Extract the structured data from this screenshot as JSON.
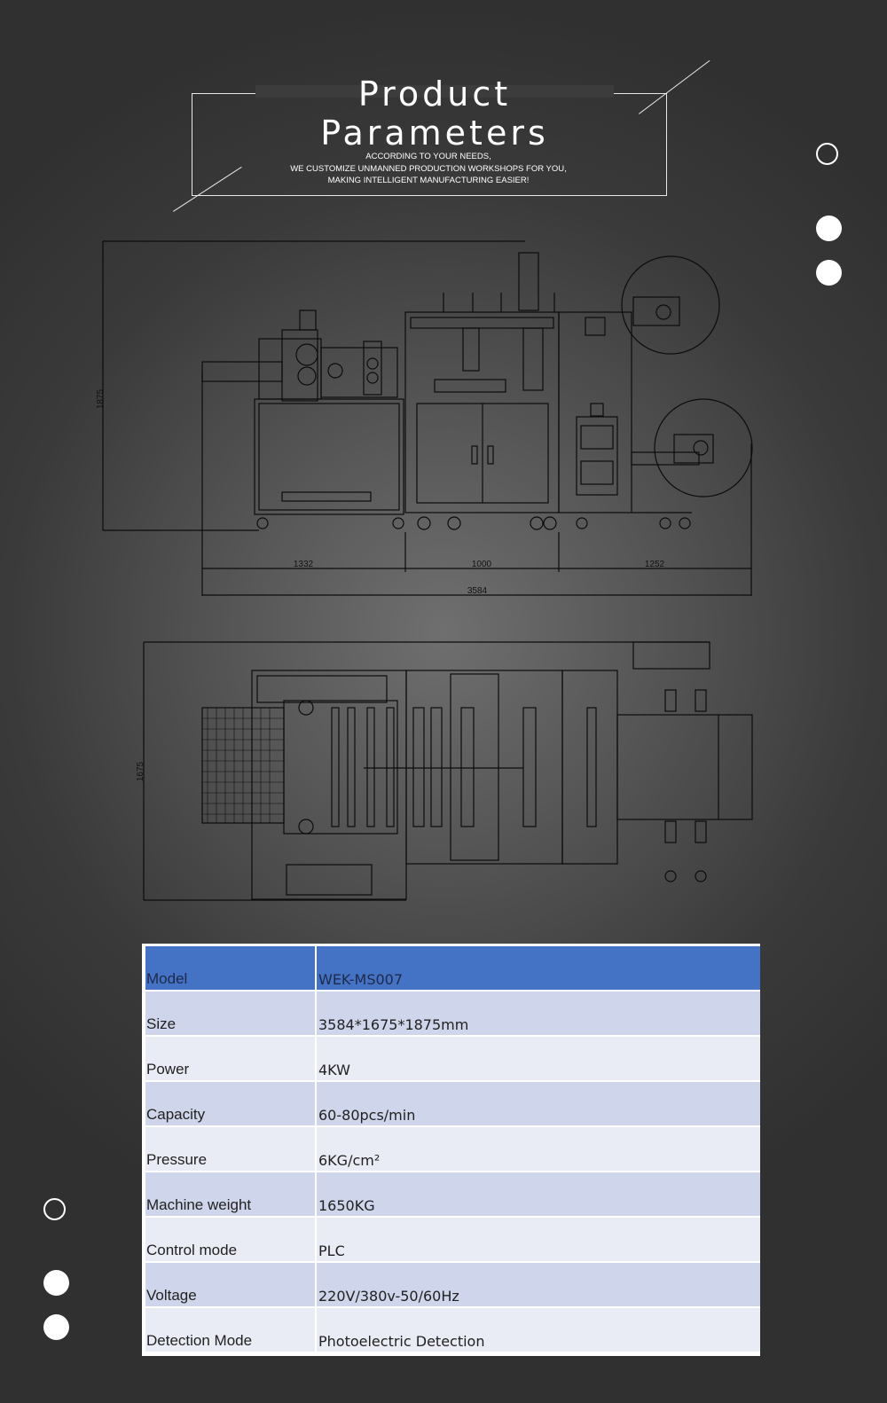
{
  "header": {
    "title": "Product Parameters",
    "subtitle_lines": [
      "ACCORDING TO YOUR NEEDS,",
      "WE CUSTOMIZE UNMANNED PRODUCTION WORKSHOPS FOR YOU,",
      "MAKING INTELLIGENT MANUFACTURING EASIER!"
    ]
  },
  "drawing": {
    "front_height": "1875",
    "segments": [
      "1332",
      "1000",
      "1252"
    ],
    "total_length": "3584",
    "top_width": "1675"
  },
  "parameters": [
    {
      "label": "Model",
      "value": "WEK-MS007"
    },
    {
      "label": "Size",
      "value": "3584*1675*1875mm"
    },
    {
      "label": "Power",
      "value": "4KW"
    },
    {
      "label": "Capacity",
      "value": "60-80pcs/min"
    },
    {
      "label": "Pressure",
      "value": "6KG/cm²"
    },
    {
      "label": "Machine weight",
      "value": "1650KG"
    },
    {
      "label": "Control mode",
      "value": "PLC"
    },
    {
      "label": "Voltage",
      "value": "220V/380v-50/60Hz"
    },
    {
      "label": "Detection Mode",
      "value": "Photoelectric Detection"
    }
  ],
  "colors": {
    "table_header": "#4472c4",
    "row_odd": "#cfd5ea",
    "row_even": "#e9ebf5"
  }
}
